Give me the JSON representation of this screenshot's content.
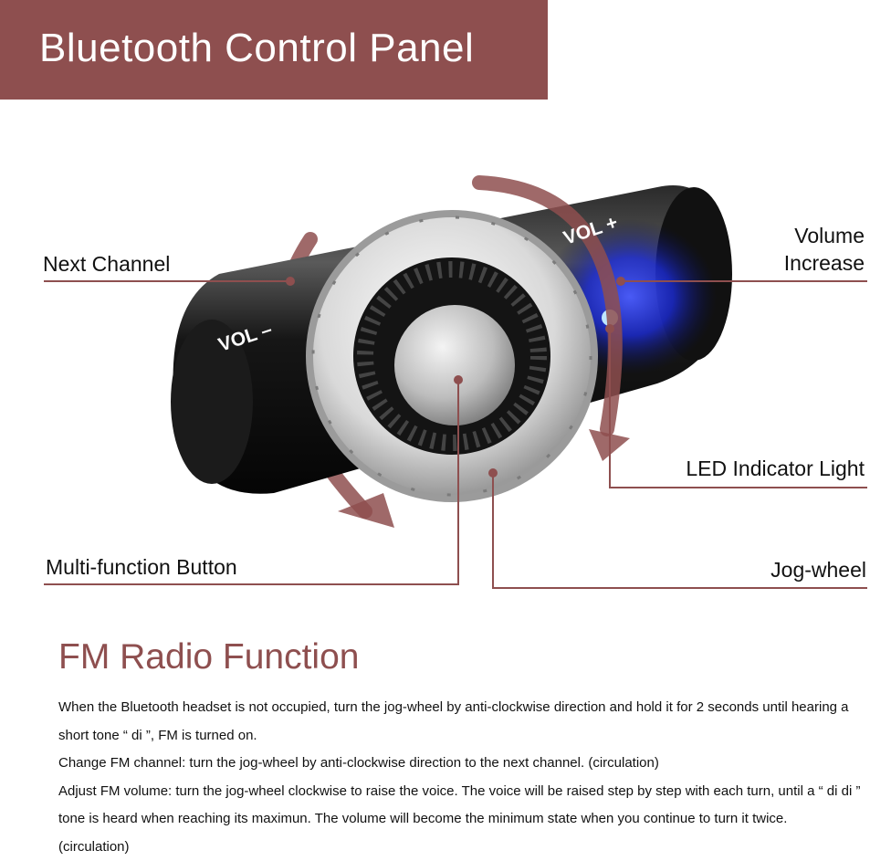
{
  "header": {
    "title": "Bluetooth Control Panel"
  },
  "device": {
    "vol_minus_label": "VOL –",
    "vol_plus_label": "VOL +"
  },
  "callouts": {
    "next_channel": "Next Channel",
    "volume_increase_line1": "Volume",
    "volume_increase_line2": "Increase",
    "led_indicator": "LED Indicator Light",
    "multi_function": "Multi-function Button",
    "jog_wheel": "Jog-wheel"
  },
  "fm_section": {
    "title": "FM Radio Function",
    "paragraphs": [
      "When the Bluetooth headset is not occupied,  turn the jog-wheel by anti-clockwise direction and hold it for 2 seconds until hearing a short tone “ di ”, FM is turned on.",
      "Change FM channel: turn the jog-wheel by anti-clockwise direction to the next channel. (circulation)",
      "Adjust FM volume: turn the jog-wheel clockwise to raise the voice. The voice will be raised step by step with each turn, until  a “ di di ” tone is heard when reaching its maximun. The volume will become the minimum state when you continue to turn it twice. (circulation)"
    ]
  },
  "colors": {
    "accent": "#8e4f4f",
    "led": "#2a3cff",
    "body": "#1a1a1a"
  }
}
